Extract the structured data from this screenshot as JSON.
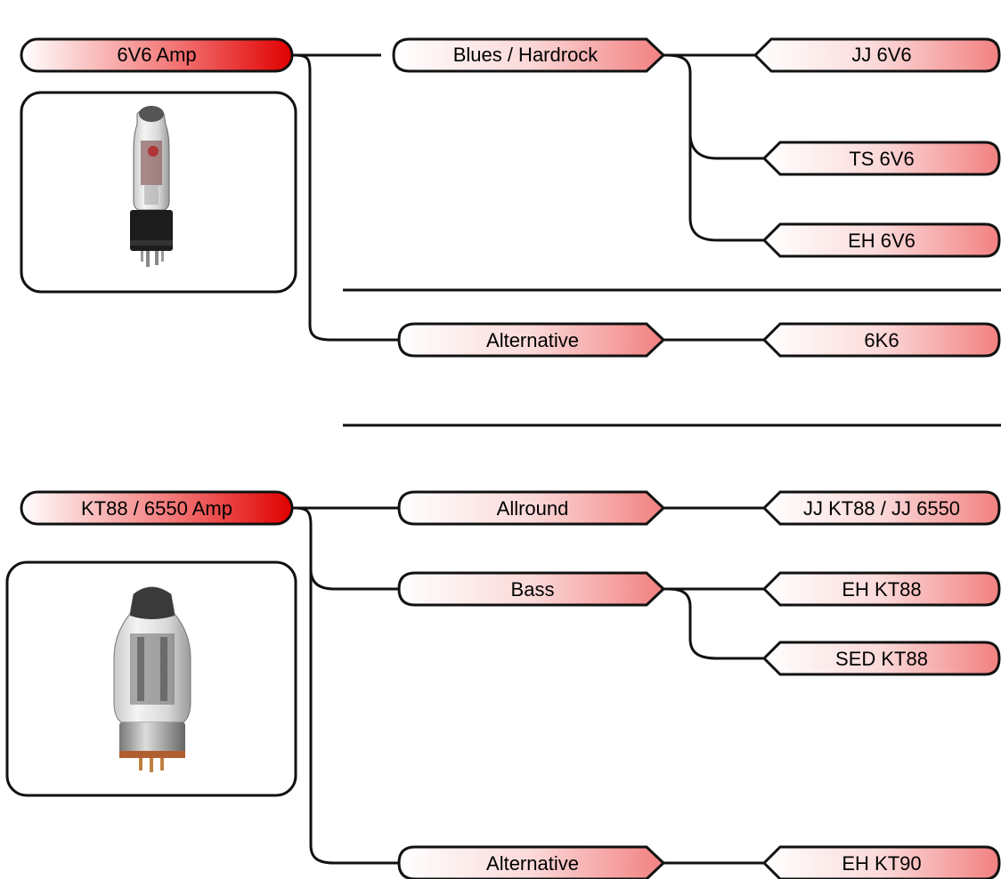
{
  "colors": {
    "accent": "#e00000",
    "pill_light": "#ffffff",
    "pill_pink": "#f28b8b",
    "line": "#111111"
  },
  "groups": [
    {
      "root": "6V6 Amp",
      "image_icon": "vacuum-tube-6v6",
      "categories": [
        {
          "label": "Blues / Hardrock",
          "tubes": [
            "JJ 6V6",
            "TS 6V6",
            "EH 6V6"
          ]
        },
        {
          "label": "Alternative",
          "tubes": [
            "6K6"
          ]
        }
      ]
    },
    {
      "root": "KT88 / 6550 Amp",
      "image_icon": "vacuum-tube-kt88",
      "categories": [
        {
          "label": "Allround",
          "tubes": [
            "JJ KT88 / JJ 6550"
          ]
        },
        {
          "label": "Bass",
          "tubes": [
            "EH KT88",
            "SED KT88"
          ]
        },
        {
          "label": "Alternative",
          "tubes": [
            "EH KT90"
          ]
        }
      ]
    }
  ]
}
